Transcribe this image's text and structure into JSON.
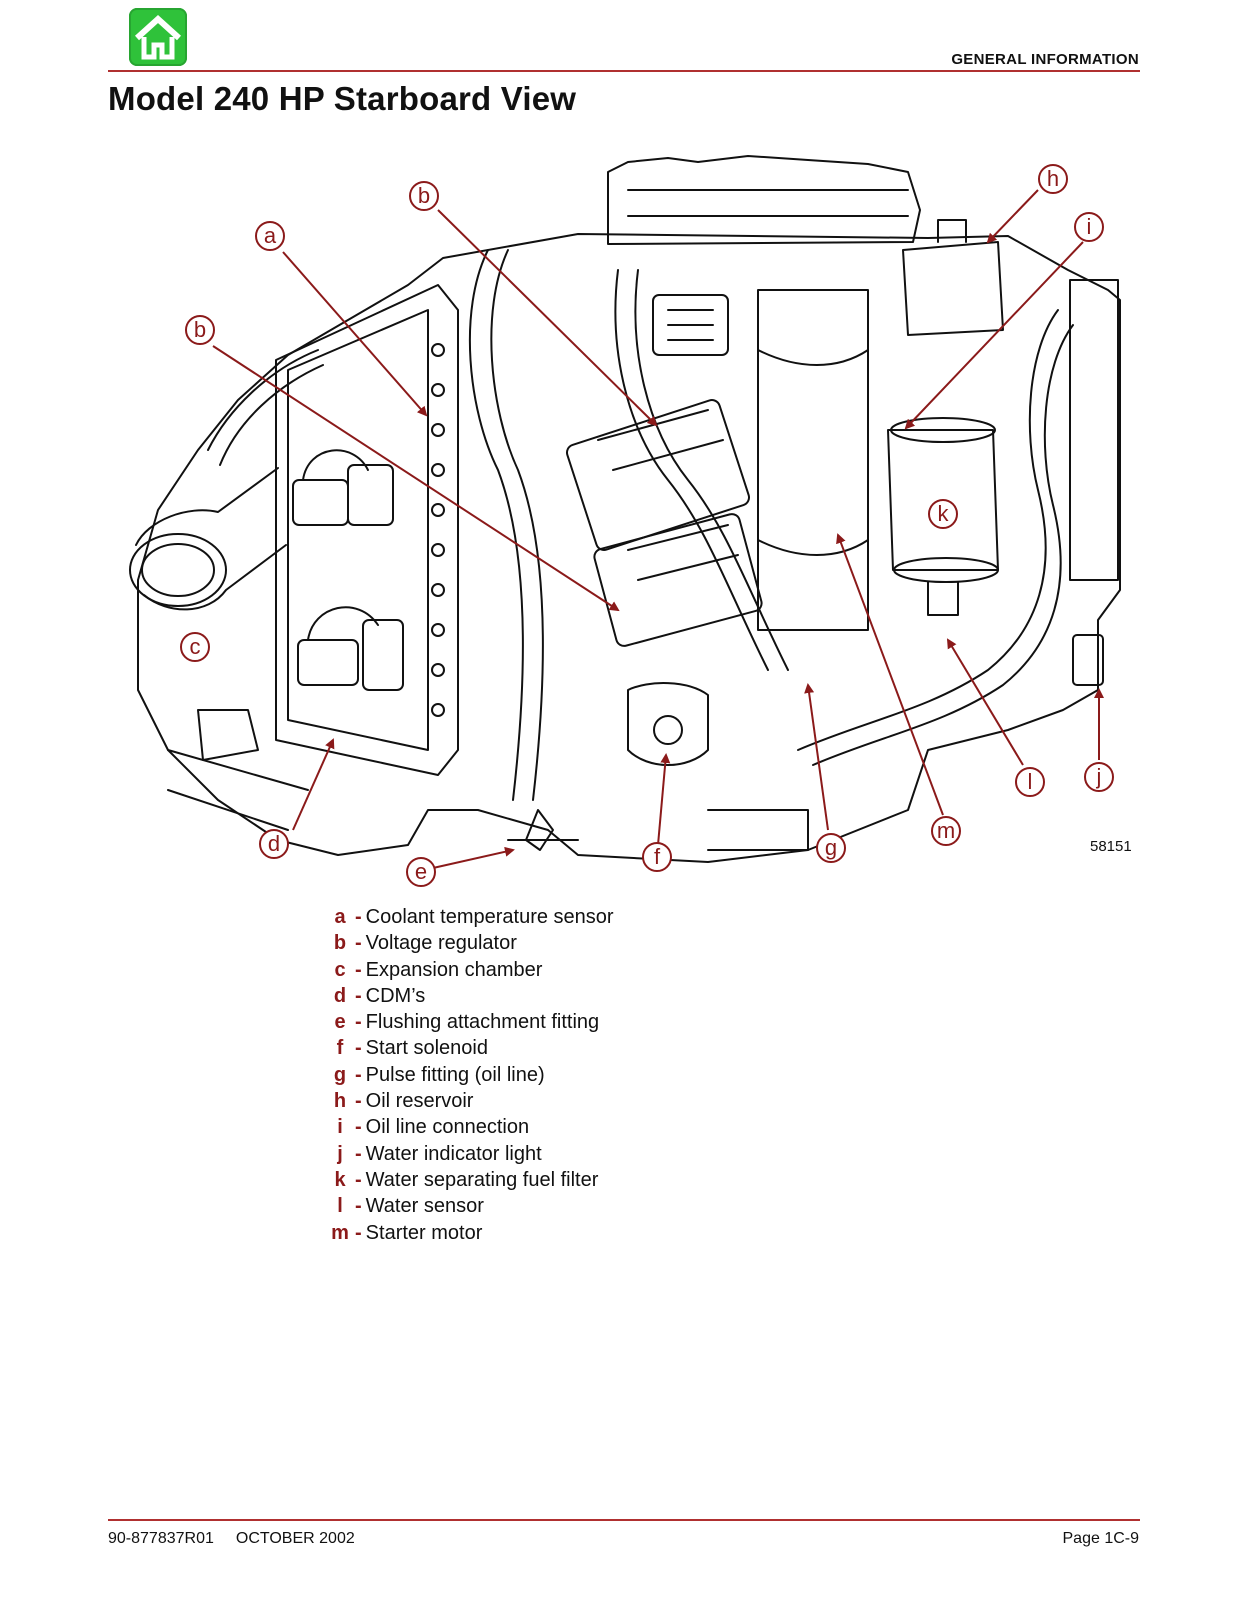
{
  "header": {
    "section": "GENERAL INFORMATION",
    "home_icon": "home-icon",
    "accent_color": "#b03030",
    "home_color": "#2fc23a"
  },
  "title": "Model 240 HP Starboard View",
  "figure": {
    "number": "58151",
    "callouts": [
      "a",
      "b",
      "b",
      "c",
      "d",
      "e",
      "f",
      "g",
      "h",
      "i",
      "j",
      "k",
      "l",
      "m"
    ]
  },
  "legend": [
    {
      "letter": "a",
      "text": "Coolant temperature sensor"
    },
    {
      "letter": "b",
      "text": "Voltage regulator"
    },
    {
      "letter": "c",
      "text": "Expansion chamber"
    },
    {
      "letter": "d",
      "text": "CDM’s"
    },
    {
      "letter": "e",
      "text": "Flushing attachment fitting"
    },
    {
      "letter": "f",
      "text": "Start solenoid"
    },
    {
      "letter": "g",
      "text": "Pulse fitting (oil line)"
    },
    {
      "letter": "h",
      "text": "Oil reservoir"
    },
    {
      "letter": "i",
      "text": "Oil line connection"
    },
    {
      "letter": "j",
      "text": "Water indicator light"
    },
    {
      "letter": "k",
      "text": "Water separating fuel filter"
    },
    {
      "letter": "l",
      "text": "Water sensor"
    },
    {
      "letter": "m",
      "text": "Starter motor"
    }
  ],
  "footer": {
    "doc_number": "90-877837R01",
    "date": "OCTOBER 2002",
    "page": "Page 1C-9"
  }
}
